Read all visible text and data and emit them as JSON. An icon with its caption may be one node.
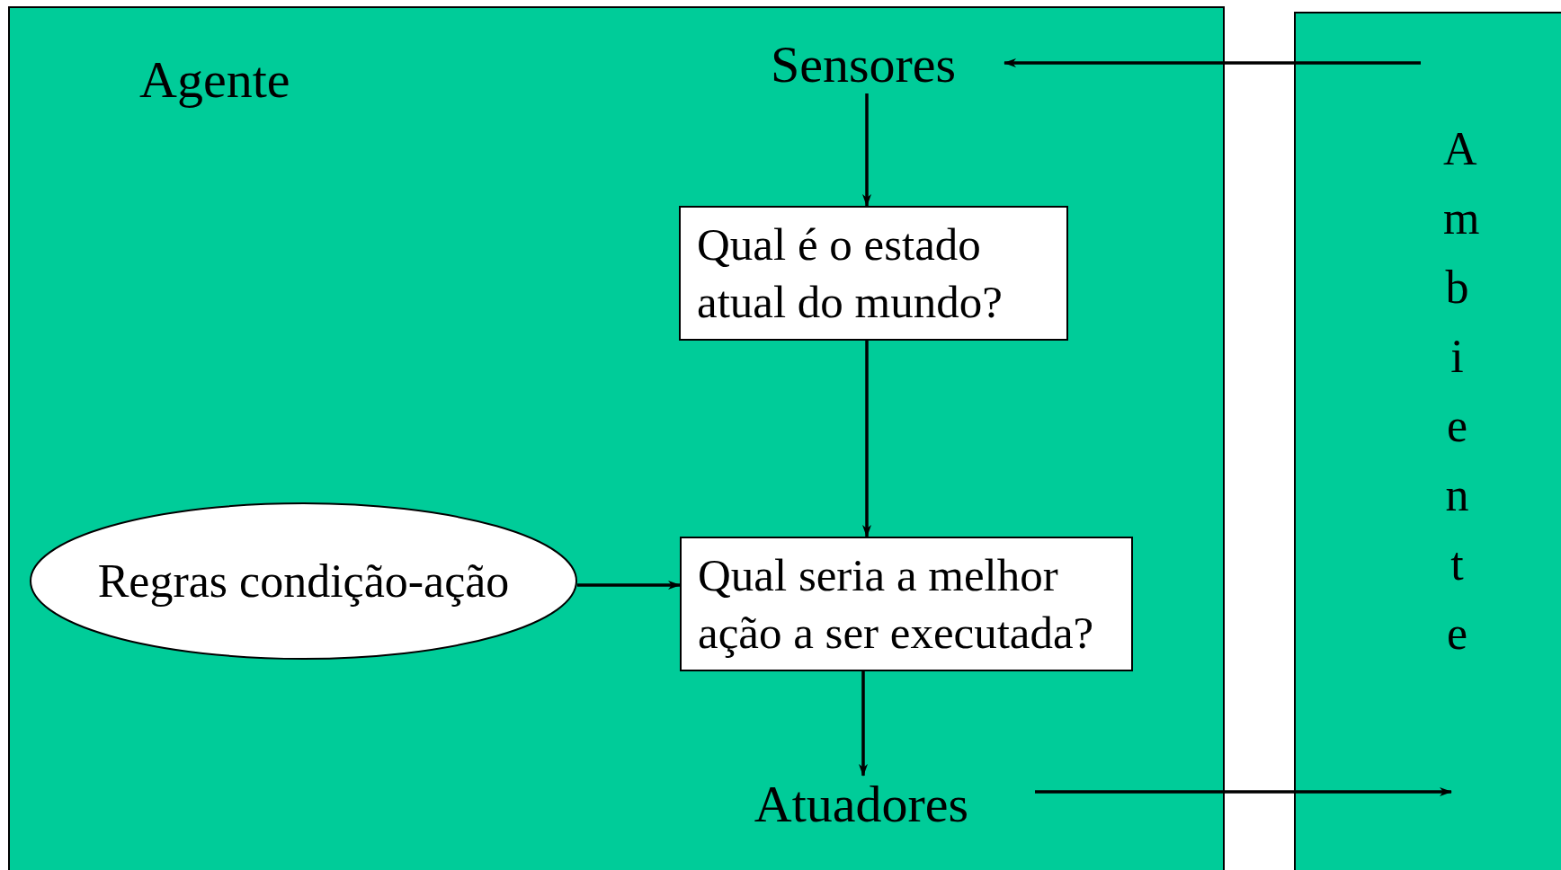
{
  "diagram": {
    "nodes": [
      {
        "text": [
          "Agente"
        ]
      },
      {
        "text": [
          "Ambiente"
        ]
      },
      {
        "text": [
          "Sensores"
        ],
        "in": 0
      },
      {
        "text": [
          "Qual é o estado atual do mundo?"
        ],
        "in": 0
      },
      {
        "text": [
          "Regras condição-ação"
        ],
        "in": 0
      },
      {
        "text": [
          "Qual seria a melhor ação a ser executada?"
        ],
        "in": 0
      },
      {
        "text": [
          "Atuadores"
        ],
        "in": 0
      }
    ],
    "edges": [
      {
        "from": 1,
        "to": 2,
        "arrow": "to"
      },
      {
        "from": 2,
        "to": 3,
        "arrow": "to"
      },
      {
        "from": 3,
        "to": 5,
        "arrow": "to"
      },
      {
        "from": 4,
        "to": 5,
        "arrow": "to"
      },
      {
        "from": 5,
        "to": 6,
        "arrow": "to"
      },
      {
        "from": 6,
        "to": 1,
        "arrow": "to"
      }
    ]
  }
}
